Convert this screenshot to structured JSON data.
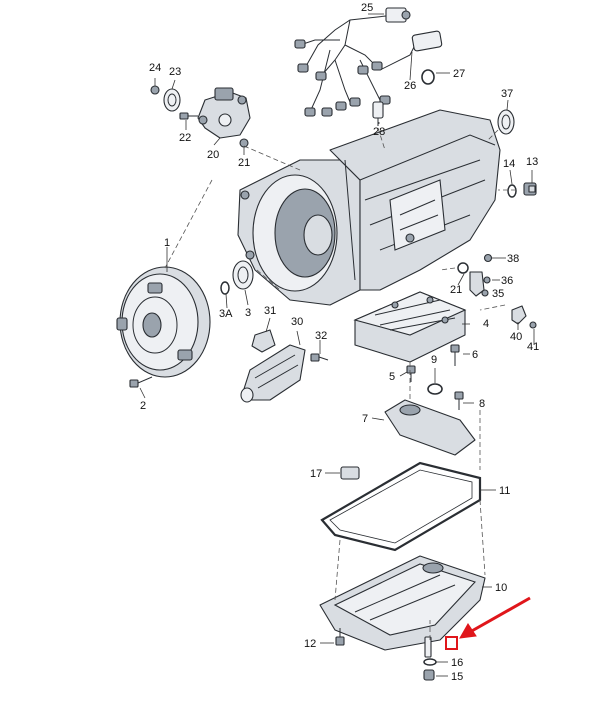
{
  "diagram": {
    "labels": [
      {
        "id": "p1",
        "text": "1"
      },
      {
        "id": "p2",
        "text": "2"
      },
      {
        "id": "p3",
        "text": "3"
      },
      {
        "id": "p3a",
        "text": "3A"
      },
      {
        "id": "p4",
        "text": "4"
      },
      {
        "id": "p5",
        "text": "5"
      },
      {
        "id": "p6",
        "text": "6"
      },
      {
        "id": "p7",
        "text": "7"
      },
      {
        "id": "p8",
        "text": "8"
      },
      {
        "id": "p9",
        "text": "9"
      },
      {
        "id": "p10",
        "text": "10"
      },
      {
        "id": "p11",
        "text": "11"
      },
      {
        "id": "p12",
        "text": "12"
      },
      {
        "id": "p13",
        "text": "13"
      },
      {
        "id": "p14",
        "text": "14"
      },
      {
        "id": "p15",
        "text": "15"
      },
      {
        "id": "p16",
        "text": "16"
      },
      {
        "id": "p17",
        "text": "17"
      },
      {
        "id": "p20",
        "text": "20"
      },
      {
        "id": "p21a",
        "text": "21"
      },
      {
        "id": "p21b",
        "text": "21"
      },
      {
        "id": "p22",
        "text": "22"
      },
      {
        "id": "p23",
        "text": "23"
      },
      {
        "id": "p24",
        "text": "24"
      },
      {
        "id": "p25",
        "text": "25"
      },
      {
        "id": "p26",
        "text": "26"
      },
      {
        "id": "p27",
        "text": "27"
      },
      {
        "id": "p28",
        "text": "28"
      },
      {
        "id": "p30",
        "text": "30"
      },
      {
        "id": "p31",
        "text": "31"
      },
      {
        "id": "p32",
        "text": "32"
      },
      {
        "id": "p35",
        "text": "35"
      },
      {
        "id": "p36",
        "text": "36"
      },
      {
        "id": "p37",
        "text": "37"
      },
      {
        "id": "p38",
        "text": "38"
      },
      {
        "id": "p40",
        "text": "40"
      },
      {
        "id": "p41",
        "text": "41"
      }
    ],
    "highlight_color": "#e0161b"
  }
}
